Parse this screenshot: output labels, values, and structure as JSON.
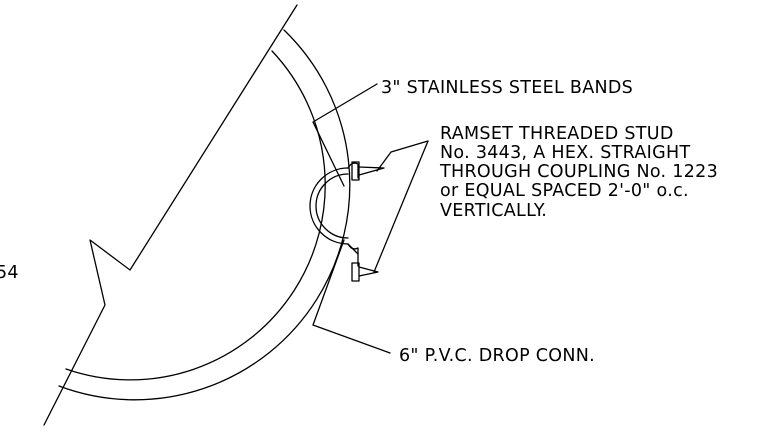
{
  "labels": {
    "bands": "3\" STAINLESS STEEL BANDS",
    "stud_lines": [
      "RAMSET THREADED STUD",
      "No. 3443, A HEX. STRAIGHT",
      "THROUGH COUPLING No. 1223",
      "or EQUAL SPACED 2'-0\" o.c.",
      "VERTICALLY."
    ],
    "drop": "6\" P.V.C. DROP CONN.",
    "margin_fragment": "54"
  }
}
